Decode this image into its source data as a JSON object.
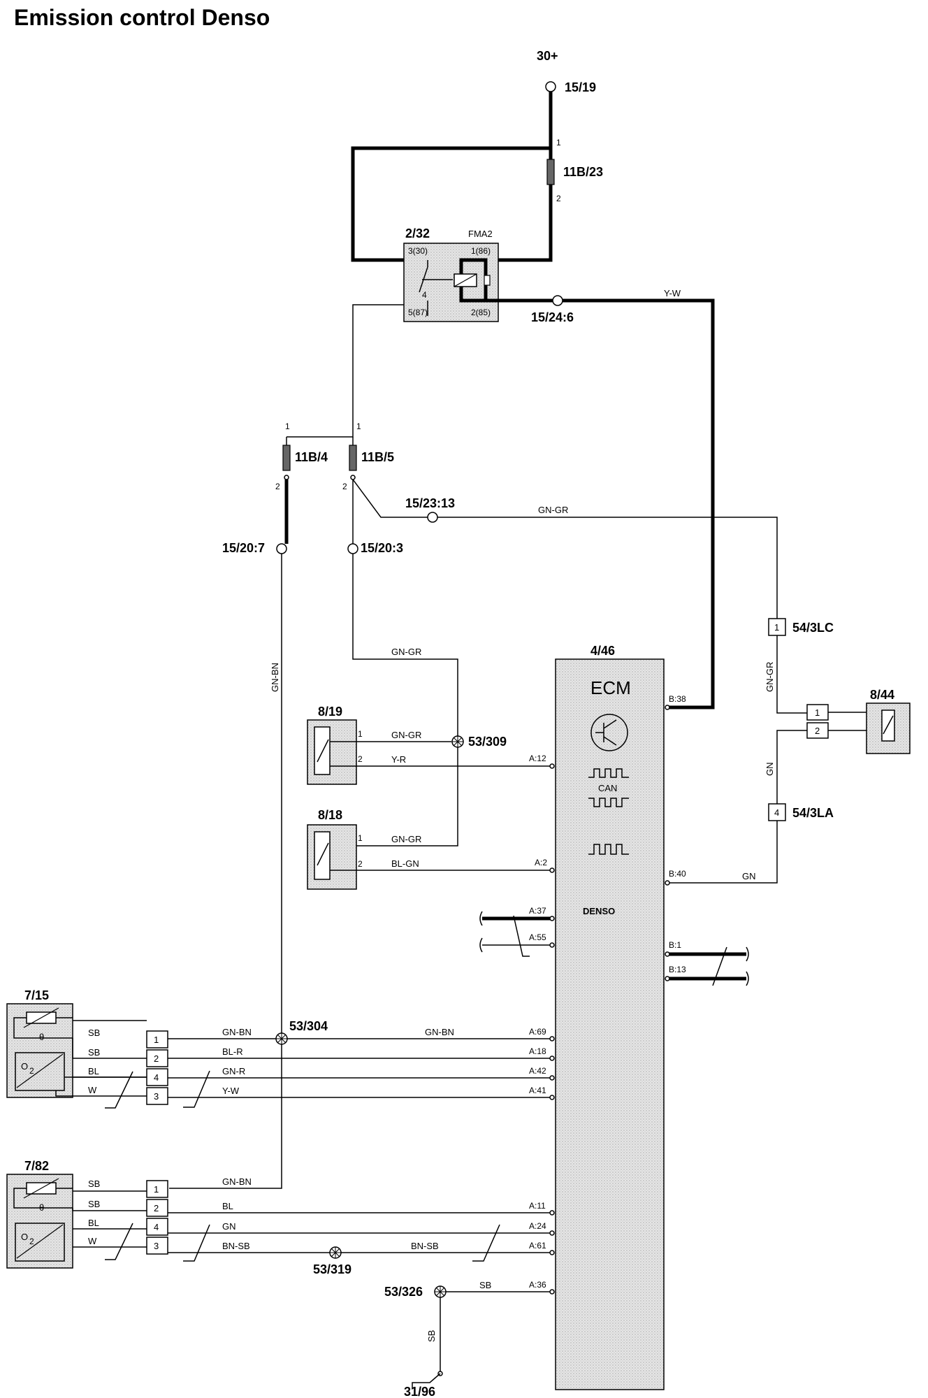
{
  "title": "Emission control Denso",
  "supply": {
    "label": "30+",
    "point": "15/19"
  },
  "fuses": {
    "main": "11B/23",
    "f4": "11B/4",
    "f5": "11B/5"
  },
  "relay": {
    "id": "2/32",
    "name": "FMA2",
    "pin30": "3(30)",
    "pin86": "1(86)",
    "pin87": "5(87)",
    "pin85": "2(85)",
    "pin_mid": "4"
  },
  "splices": {
    "s1524": "15/24:6",
    "s1523": "15/23:13",
    "s1520_7": "15/20:7",
    "s1520_3": "15/20:3",
    "s53309": "53/309",
    "s53304": "53/304",
    "s53319": "53/319",
    "s53326": "53/326"
  },
  "ecm": {
    "id": "4/46",
    "name": "ECM",
    "can": "CAN",
    "brand": "DENSO",
    "pins": {
      "b38": "B:38",
      "a12": "A:12",
      "a2": "A:2",
      "b40": "B:40",
      "a37": "A:37",
      "a55": "A:55",
      "b1": "B:1",
      "b13": "B:13",
      "a69": "A:69",
      "a18": "A:18",
      "a42": "A:42",
      "a41": "A:41",
      "a11": "A:11",
      "a24": "A:24",
      "a61": "A:61",
      "a36": "A:36"
    }
  },
  "components": {
    "c819": "8/19",
    "c818": "8/18",
    "c844": "8/44",
    "c715": "7/15",
    "c782": "7/82",
    "ground": "31/96",
    "c54lc": "54/3LC",
    "c54la": "54/3LA"
  },
  "wires": {
    "yw": "Y-W",
    "gngr": "GN-GR",
    "gnbn": "GN-BN",
    "yr": "Y-R",
    "blgn": "BL-GN",
    "gn": "GN",
    "sb": "SB",
    "bl": "BL",
    "w": "W",
    "blr": "BL-R",
    "gnr": "GN-R",
    "bnsb": "BN-SB"
  },
  "pin_numbers": {
    "p1": "1",
    "p2": "2",
    "p3": "3",
    "p4": "4"
  },
  "sensor_symbols": {
    "theta": "θ",
    "o2": "O",
    "o2_sub": "2"
  }
}
